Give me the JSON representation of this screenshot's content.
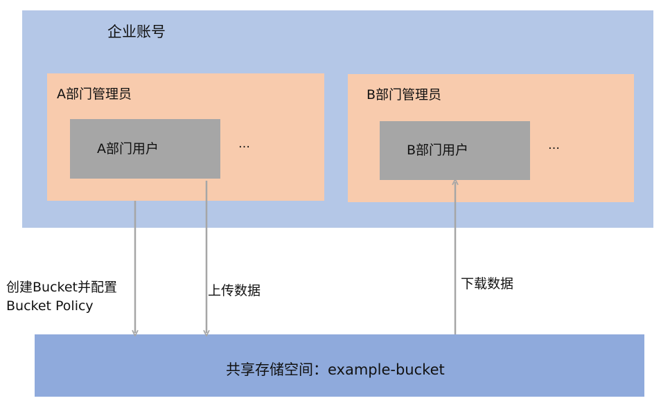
{
  "enterprise": {
    "title": "企业账号"
  },
  "admins": [
    {
      "label": "A部门管理员",
      "user": "A部门用户",
      "more": "…"
    },
    {
      "label": "B部门管理员",
      "user": "B部门用户",
      "more": "…"
    }
  ],
  "edges": {
    "create_line1": "创建Bucket并配置",
    "create_line2": "Bucket Policy",
    "upload": "上传数据",
    "download": "下载数据"
  },
  "bucket": {
    "label": "共享存储空间：example-bucket"
  },
  "colors": {
    "enterprise_fill": "#b4c7e7",
    "admin_fill": "#f8cbad",
    "user_fill": "#a6a6a6",
    "bucket_fill": "#8faadc",
    "arrow": "#a6a6a6"
  }
}
